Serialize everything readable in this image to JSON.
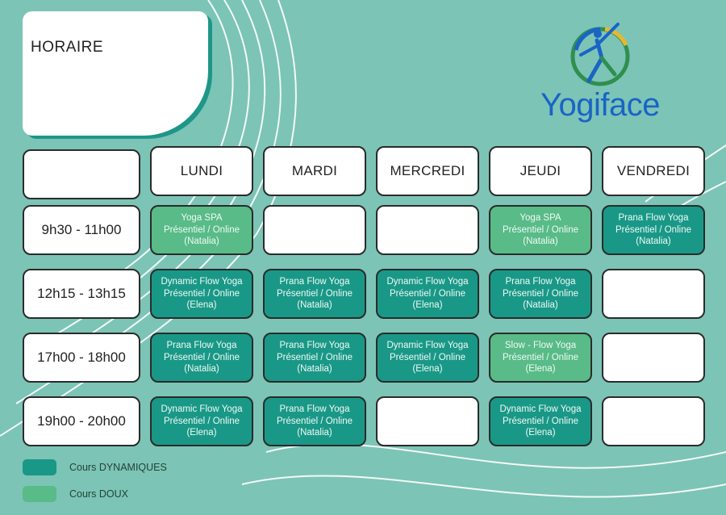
{
  "title": "HORAIRE",
  "brand": {
    "name": "Yogiface"
  },
  "colors": {
    "background": "#7cc4b6",
    "dynamique": "#1a9887",
    "doux": "#59bb87",
    "brand_blue": "#1a64c6"
  },
  "days": [
    "LUNDI",
    "MARDI",
    "MERCREDI",
    "JEUDI",
    "VENDREDI"
  ],
  "times": [
    "9h30 - 11h00",
    "12h15 - 13h15",
    "17h00 - 18h00",
    "19h00 - 20h00"
  ],
  "schedule": [
    [
      {
        "name": "Yoga SPA",
        "mode": "Présentiel / Online",
        "teacher": "(Natalia)",
        "type": "doux"
      },
      null,
      null,
      {
        "name": "Yoga SPA",
        "mode": "Présentiel / Online",
        "teacher": "(Natalia)",
        "type": "doux"
      },
      {
        "name": "Prana Flow Yoga",
        "mode": "Présentiel / Online",
        "teacher": "(Natalia)",
        "type": "dynamique"
      }
    ],
    [
      {
        "name": "Dynamic Flow Yoga",
        "mode": "Présentiel / Online",
        "teacher": "(Elena)",
        "type": "dynamique"
      },
      {
        "name": "Prana Flow Yoga",
        "mode": "Présentiel / Online",
        "teacher": "(Natalia)",
        "type": "dynamique"
      },
      {
        "name": "Dynamic Flow Yoga",
        "mode": "Présentiel / Online",
        "teacher": "(Elena)",
        "type": "dynamique"
      },
      {
        "name": "Prana Flow Yoga",
        "mode": "Présentiel / Online",
        "teacher": "(Natalia)",
        "type": "dynamique"
      },
      null
    ],
    [
      {
        "name": "Prana Flow Yoga",
        "mode": "Présentiel / Online",
        "teacher": "(Natalia)",
        "type": "dynamique"
      },
      {
        "name": "Prana Flow Yoga",
        "mode": "Présentiel / Online",
        "teacher": "(Natalia)",
        "type": "dynamique"
      },
      {
        "name": "Dynamic Flow Yoga",
        "mode": "Présentiel / Online",
        "teacher": "(Elena)",
        "type": "dynamique"
      },
      {
        "name": "Slow - Flow Yoga",
        "mode": "Présentiel / Online",
        "teacher": "(Elena)",
        "type": "doux"
      },
      null
    ],
    [
      {
        "name": "Dynamic Flow Yoga",
        "mode": "Présentiel / Online",
        "teacher": "(Elena)",
        "type": "dynamique"
      },
      {
        "name": "Prana Flow Yoga",
        "mode": "Présentiel / Online",
        "teacher": "(Natalia)",
        "type": "dynamique"
      },
      null,
      {
        "name": "Dynamic Flow Yoga",
        "mode": "Présentiel / Online",
        "teacher": "(Elena)",
        "type": "dynamique"
      },
      null
    ]
  ],
  "legend": [
    {
      "label": "Cours DYNAMIQUES",
      "type": "dynamique"
    },
    {
      "label": "Cours DOUX",
      "type": "doux"
    }
  ]
}
